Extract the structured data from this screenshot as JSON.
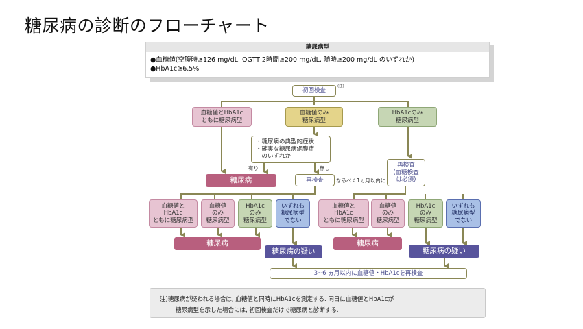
{
  "page": {
    "title": "糖尿病の診断のフローチャート"
  },
  "criteria": {
    "heading": "糖尿病型",
    "lines": [
      "●血糖値(空腹時≧126 mg/dL, OGTT 2時間≧200 mg/dL, 随時≧200 mg/dL のいずれか)",
      "●HbA1c≧6.5%"
    ]
  },
  "flow": {
    "initial_test": "初回検査",
    "initial_test_note_mark": "(注)",
    "first_branch": {
      "both": "血糖値とHbA1c\nともに糖尿病型",
      "glucose_only": "血糖値のみ\n糖尿病型",
      "hba1c_only": "HbA1cのみ\n糖尿病型"
    },
    "condition": {
      "lines": "・糖尿病の典型的症状\n・確実な糖尿病網膜症\n　のいずれか",
      "yes_label": "有り",
      "no_label": "無し"
    },
    "diabetes_label": "糖尿病",
    "retest_left": "再検査",
    "retest_left_note": "なるべく1ヵ月以内に",
    "retest_right": "再検査\n(血糖検査\nは必須)",
    "second_row_left": [
      "血糖値と\nHbA1c\nともに糖尿病型",
      "血糖値\nのみ\n糖尿病型",
      "HbA1c\nのみ\n糖尿病型",
      "いずれも\n糖尿病型\nでない"
    ],
    "second_row_right": [
      "血糖値と\nHbA1c\nともに糖尿病型",
      "血糖値\nのみ\n糖尿病型",
      "HbA1c\nのみ\n糖尿病型",
      "いずれも\n糖尿病型\nでない"
    ],
    "suspected_label": "糖尿病の疑い",
    "recheck": "3~6 ヵ月以内に血糖値・HbA1cを再検査"
  },
  "note": {
    "line1": "注)糖尿病が疑われる場合は, 血糖値と同時にHbA1cを測定する. 同日に血糖値とHbA1cが",
    "line2": "糖尿病型を示した場合には, 初回検査だけで糖尿病と診断する."
  },
  "colors": {
    "connector": "#8a8755",
    "diabetes": "#b85f7e",
    "suspected": "#58549c",
    "pink": "#e7c4d2",
    "yellow": "#e4d48a",
    "green": "#c6d6b4",
    "blue": "#a9c0e6"
  }
}
